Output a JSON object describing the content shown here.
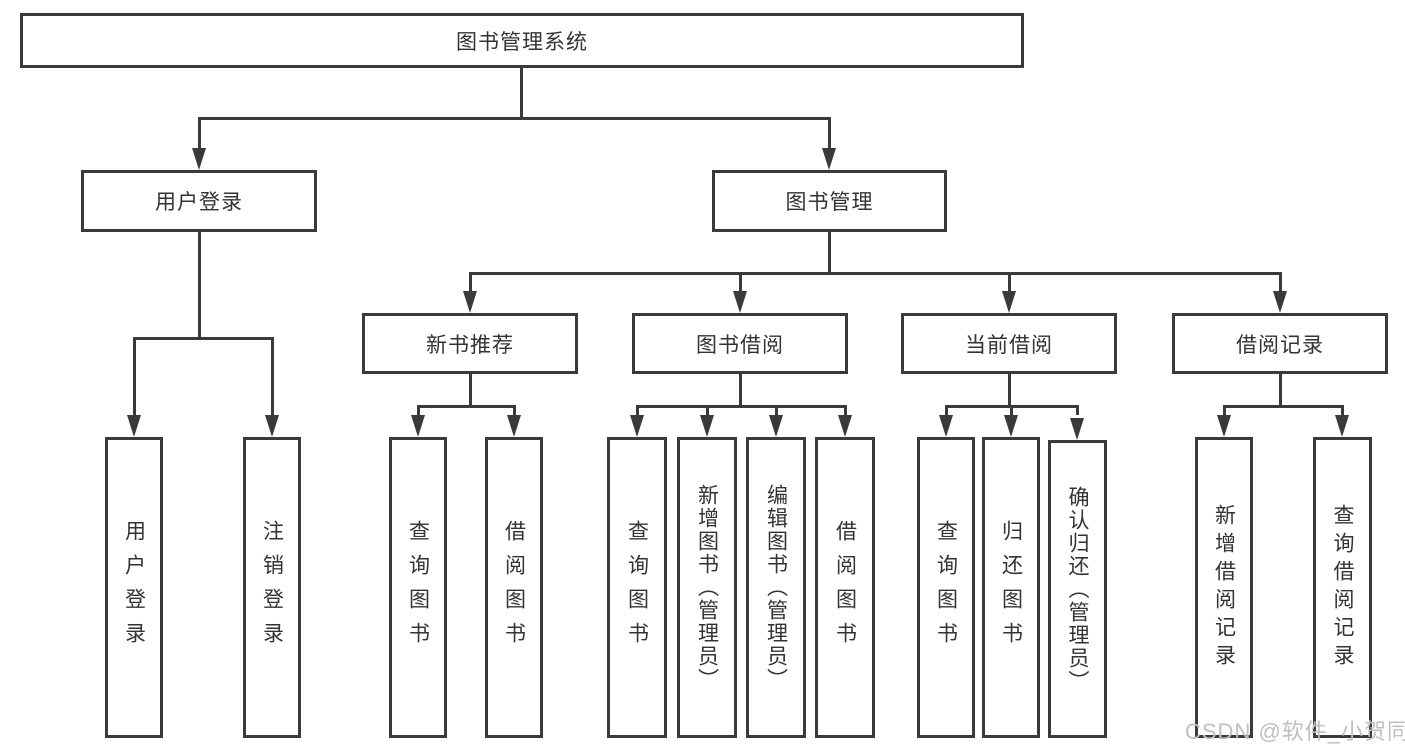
{
  "colors": {
    "line": "#3a3a3a",
    "box_border": "#3a3a3a",
    "text": "#333333",
    "background": "#ffffff",
    "watermark": "#c3bdbf"
  },
  "watermark": {
    "text": "CSDN @软件_小贺同学"
  },
  "nodes": {
    "root": {
      "label": "图书管理系统"
    },
    "level1": [
      {
        "label": "用户登录"
      },
      {
        "label": "图书管理"
      }
    ],
    "level2": [
      {
        "label": "新书推荐"
      },
      {
        "label": "图书借阅"
      },
      {
        "label": "当前借阅"
      },
      {
        "label": "借阅记录"
      }
    ],
    "login_children": [
      {
        "label": "用户登录"
      },
      {
        "label": "注销登录"
      }
    ],
    "recommend_children": [
      {
        "label": "查询图书"
      },
      {
        "label": "借阅图书"
      }
    ],
    "borrowing_children": [
      {
        "label": "查询图书"
      },
      {
        "label": "新增图书（管理员）"
      },
      {
        "label": "编辑图书（管理员）"
      },
      {
        "label": "借阅图书"
      }
    ],
    "current_children": [
      {
        "label": "查询图书"
      },
      {
        "label": "归还图书"
      },
      {
        "label": "确认归还（管理员）"
      }
    ],
    "records_children": [
      {
        "label": "新增借阅记录"
      },
      {
        "label": "查询借阅记录"
      }
    ]
  }
}
